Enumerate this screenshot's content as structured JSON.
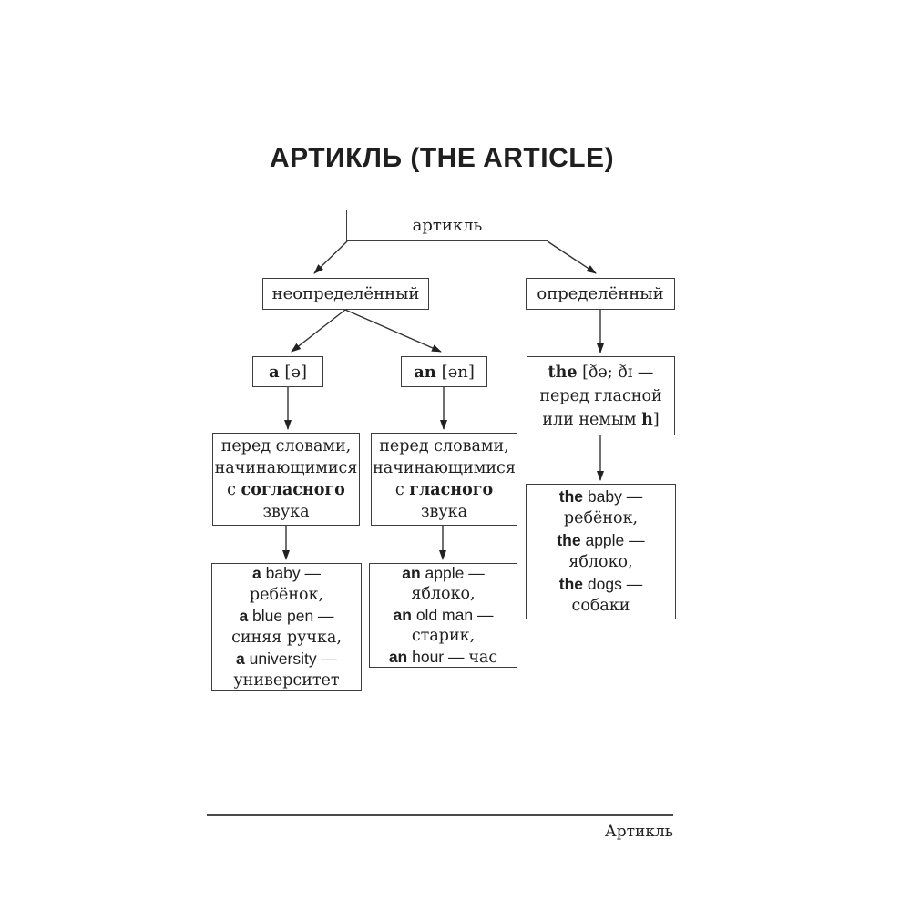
{
  "page": {
    "title": "АРТИКЛЬ (THE ARTICLE)",
    "footer_label": "Артикль"
  },
  "colors": {
    "ink": "#1f1f1f",
    "box_border": "#3d3d3d",
    "background": "#ffffff"
  },
  "diagram": {
    "nodes": {
      "root": {
        "lines": [
          [
            {
              "t": "артикль"
            }
          ]
        ]
      },
      "indefinite": {
        "lines": [
          [
            {
              "t": "неопределённый"
            }
          ]
        ]
      },
      "definite": {
        "lines": [
          [
            {
              "t": "определённый"
            }
          ]
        ]
      },
      "a": {
        "lines": [
          [
            {
              "t": "a",
              "b": 1
            },
            {
              "t": " [ə]"
            }
          ]
        ]
      },
      "an": {
        "lines": [
          [
            {
              "t": "an",
              "b": 1
            },
            {
              "t": " [ən]"
            }
          ]
        ]
      },
      "the": {
        "lines": [
          [
            {
              "t": "the",
              "b": 1
            },
            {
              "t": " [ðə; ðɪ —"
            }
          ],
          [
            {
              "t": "перед гласной"
            }
          ],
          [
            {
              "t": "или немым "
            },
            {
              "t": "h",
              "b": 1
            },
            {
              "t": "]"
            }
          ]
        ]
      },
      "a_rule": {
        "lines": [
          [
            {
              "t": "перед словами,"
            }
          ],
          [
            {
              "t": "начинающимися"
            }
          ],
          [
            {
              "t": "с "
            },
            {
              "t": "согласного",
              "b": 1
            }
          ],
          [
            {
              "t": "звука"
            }
          ]
        ]
      },
      "an_rule": {
        "lines": [
          [
            {
              "t": "перед словами,"
            }
          ],
          [
            {
              "t": "начинающимися"
            }
          ],
          [
            {
              "t": "с "
            },
            {
              "t": "гласного",
              "b": 1
            }
          ],
          [
            {
              "t": "звука"
            }
          ]
        ]
      },
      "a_examples": {
        "lines": [
          [
            {
              "t": "a ",
              "b": 1,
              "f": "sans"
            },
            {
              "t": "baby —",
              "f": "sans"
            }
          ],
          [
            {
              "t": "ребёнок,"
            }
          ],
          [
            {
              "t": "a ",
              "b": 1,
              "f": "sans"
            },
            {
              "t": "blue pen —",
              "f": "sans"
            }
          ],
          [
            {
              "t": "синяя ручка,"
            }
          ],
          [
            {
              "t": "a ",
              "b": 1,
              "f": "sans"
            },
            {
              "t": "university —",
              "f": "sans"
            }
          ],
          [
            {
              "t": "университет"
            }
          ]
        ]
      },
      "an_examples": {
        "lines": [
          [
            {
              "t": "an ",
              "b": 1,
              "f": "sans"
            },
            {
              "t": "apple —",
              "f": "sans"
            }
          ],
          [
            {
              "t": "яблоко,"
            }
          ],
          [
            {
              "t": "an ",
              "b": 1,
              "f": "sans"
            },
            {
              "t": "old man —",
              "f": "sans"
            }
          ],
          [
            {
              "t": "старик,"
            }
          ],
          [
            {
              "t": "an ",
              "b": 1,
              "f": "sans"
            },
            {
              "t": "hour — ",
              "f": "sans"
            },
            {
              "t": "час"
            }
          ]
        ]
      },
      "the_examples": {
        "lines": [
          [
            {
              "t": "the ",
              "b": 1,
              "f": "sans"
            },
            {
              "t": "baby —",
              "f": "sans"
            }
          ],
          [
            {
              "t": "ребёнок,"
            }
          ],
          [
            {
              "t": "the ",
              "b": 1,
              "f": "sans"
            },
            {
              "t": "apple —",
              "f": "sans"
            }
          ],
          [
            {
              "t": "яблоко,"
            }
          ],
          [
            {
              "t": "the ",
              "b": 1,
              "f": "sans"
            },
            {
              "t": "dogs —",
              "f": "sans"
            }
          ],
          [
            {
              "t": "собаки"
            }
          ]
        ]
      }
    },
    "edges": [
      {
        "from": "root",
        "to": "indefinite"
      },
      {
        "from": "root",
        "to": "definite"
      },
      {
        "from": "indefinite",
        "to": "a"
      },
      {
        "from": "indefinite",
        "to": "an"
      },
      {
        "from": "definite",
        "to": "the"
      },
      {
        "from": "a",
        "to": "a_rule"
      },
      {
        "from": "an",
        "to": "an_rule"
      },
      {
        "from": "a_rule",
        "to": "a_examples"
      },
      {
        "from": "an_rule",
        "to": "an_examples"
      },
      {
        "from": "the",
        "to": "the_examples"
      }
    ]
  }
}
